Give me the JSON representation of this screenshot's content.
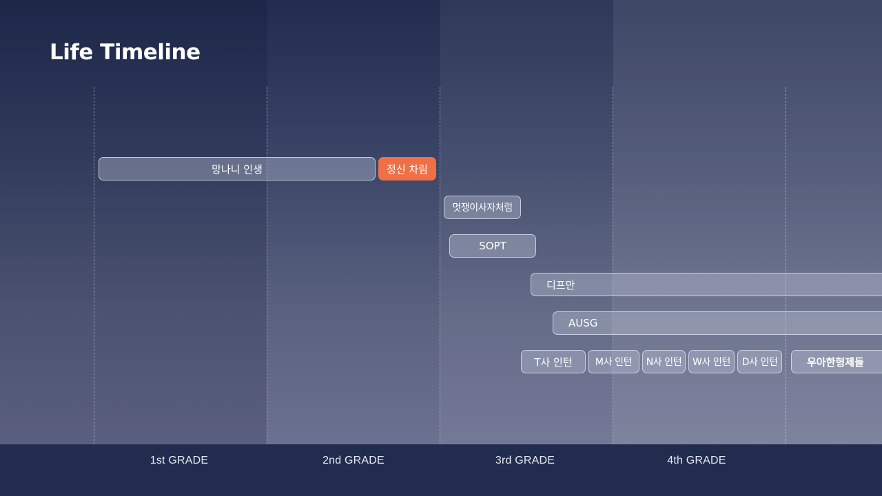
{
  "title": "Life Timeline",
  "grades": [
    "1st GRADE",
    "2nd GRADE",
    "3rd GRADE",
    "4th GRADE"
  ],
  "bars": {
    "mangnani": "망나니 인생",
    "jeongsin": "정신 차림",
    "meotjaengi": "멋쟁이사자처럼",
    "sopt": "SOPT",
    "dipeuman": "디프만",
    "ausg": "AUSG",
    "t_intern": "T사 인턴",
    "m_intern": "M사 인턴",
    "n_intern": "N사 인턴",
    "w_intern": "W사 인턴",
    "d_intern": "D사 인턴",
    "woowa": "우아한형제들"
  },
  "colors": {
    "background": "#222c4f",
    "accent": "#ef7047"
  }
}
